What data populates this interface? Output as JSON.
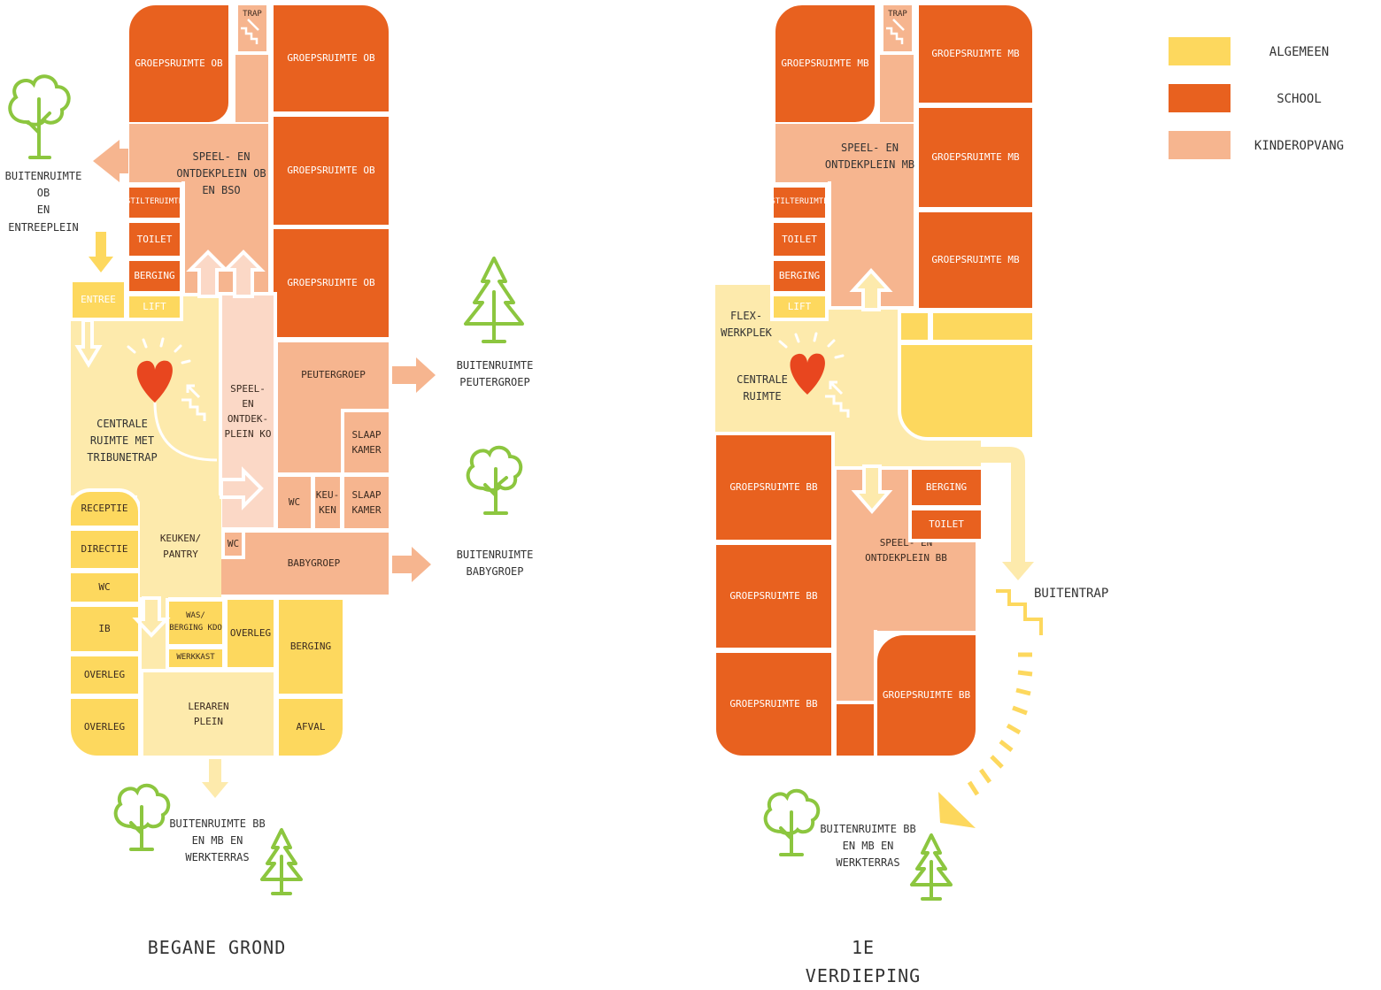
{
  "colors": {
    "algemeen": "#fdd85e",
    "algemeen_light": "#fdeaac",
    "school": "#e8611f",
    "kinderopvang": "#f6b58f",
    "kinderopvang_light": "#fbd8c6",
    "tree": "#8cc63f",
    "heart": "#e8461f"
  },
  "legend": {
    "algemeen": "ALGEMEEN",
    "school": "SCHOOL",
    "kinderopvang": "KINDEROPVANG"
  },
  "floor_titles": {
    "ground": "BEGANE GROND",
    "first": "1E VERDIEPING"
  },
  "ground": {
    "trap": "TRAP",
    "groepsruimte_ob_1": "GROEPSRUIMTE OB",
    "groepsruimte_ob_2": "GROEPSRUIMTE OB",
    "groepsruimte_ob_3": "GROEPSRUIMTE OB",
    "groepsruimte_ob_4": "GROEPSRUIMTE OB",
    "speel_ob_bso": "SPEEL- EN\nONTDEKPLEIN OB\nEN BSO",
    "stilteruimte": "STILTERUIMTE",
    "toilet": "TOILET",
    "berging": "BERGING",
    "lift": "LIFT",
    "entree": "ENTREE",
    "centrale_ruimte": "CENTRALE\nRUIMTE MET\nTRIBUNETRAP",
    "speel_ko": "SPEEL- EN\nONTDEK-\nPLEIN KO",
    "peutergroep": "PEUTERGROEP",
    "slaapkamer_1": "SLAAP\nKAMER",
    "slaapkamer_2": "SLAAP\nKAMER",
    "wc_1": "WC",
    "keuken_small": "KEU-\nKEN",
    "wc_2": "WC",
    "babygroep": "BABYGROEP",
    "receptie": "RECEPTIE",
    "directie": "DIRECTIE",
    "wc_3": "WC",
    "ib": "IB",
    "overleg_1": "OVERLEG",
    "overleg_2": "OVERLEG",
    "keuken_pantry": "KEUKEN/\nPANTRY",
    "was_berging": "WAS/\nBERGING KDO",
    "werkkast": "WERKKAST",
    "overleg_3": "OVERLEG",
    "berging_2": "BERGING",
    "afval": "AFVAL",
    "lerarenplein": "LERAREN\nPLEIN",
    "buiten_ob": "BUITENRUIMTE OB\nEN\nENTREEPLEIN",
    "buiten_peuter": "BUITENRUIMTE\nPEUTERGROEP",
    "buiten_baby": "BUITENRUIMTE\nBABYGROEP",
    "buiten_bb": "BUITENRUIMTE BB\nEN MB EN\nWERKTERRAS"
  },
  "first": {
    "trap": "TRAP",
    "groepsruimte_mb_1": "GROEPSRUIMTE MB",
    "groepsruimte_mb_2": "GROEPSRUIMTE MB",
    "groepsruimte_mb_3": "GROEPSRUIMTE MB",
    "groepsruimte_mb_4": "GROEPSRUIMTE MB",
    "speel_mb": "SPEEL- EN\nONTDEKPLEIN MB",
    "stilteruimte": "STILTERUIMTE",
    "toilet": "TOILET",
    "berging": "BERGING",
    "lift": "LIFT",
    "flexwerkplek": "FLEX-\nWERKPLEK",
    "centrale_ruimte": "CENTRALE\nRUIMTE",
    "groepsruimte_bb_1": "GROEPSRUIMTE BB",
    "groepsruimte_bb_2": "GROEPSRUIMTE BB",
    "groepsruimte_bb_3": "GROEPSRUIMTE BB",
    "groepsruimte_bb_4": "GROEPSRUIMTE BB",
    "speel_bb": "SPEEL- EN\nONTDEKPLEIN BB",
    "berging_2": "BERGING",
    "toilet_2": "TOILET",
    "buitentrap": "BUITENTRAP",
    "buiten_bb": "BUITENRUIMTE BB\nEN MB EN\nWERKTERRAS"
  }
}
